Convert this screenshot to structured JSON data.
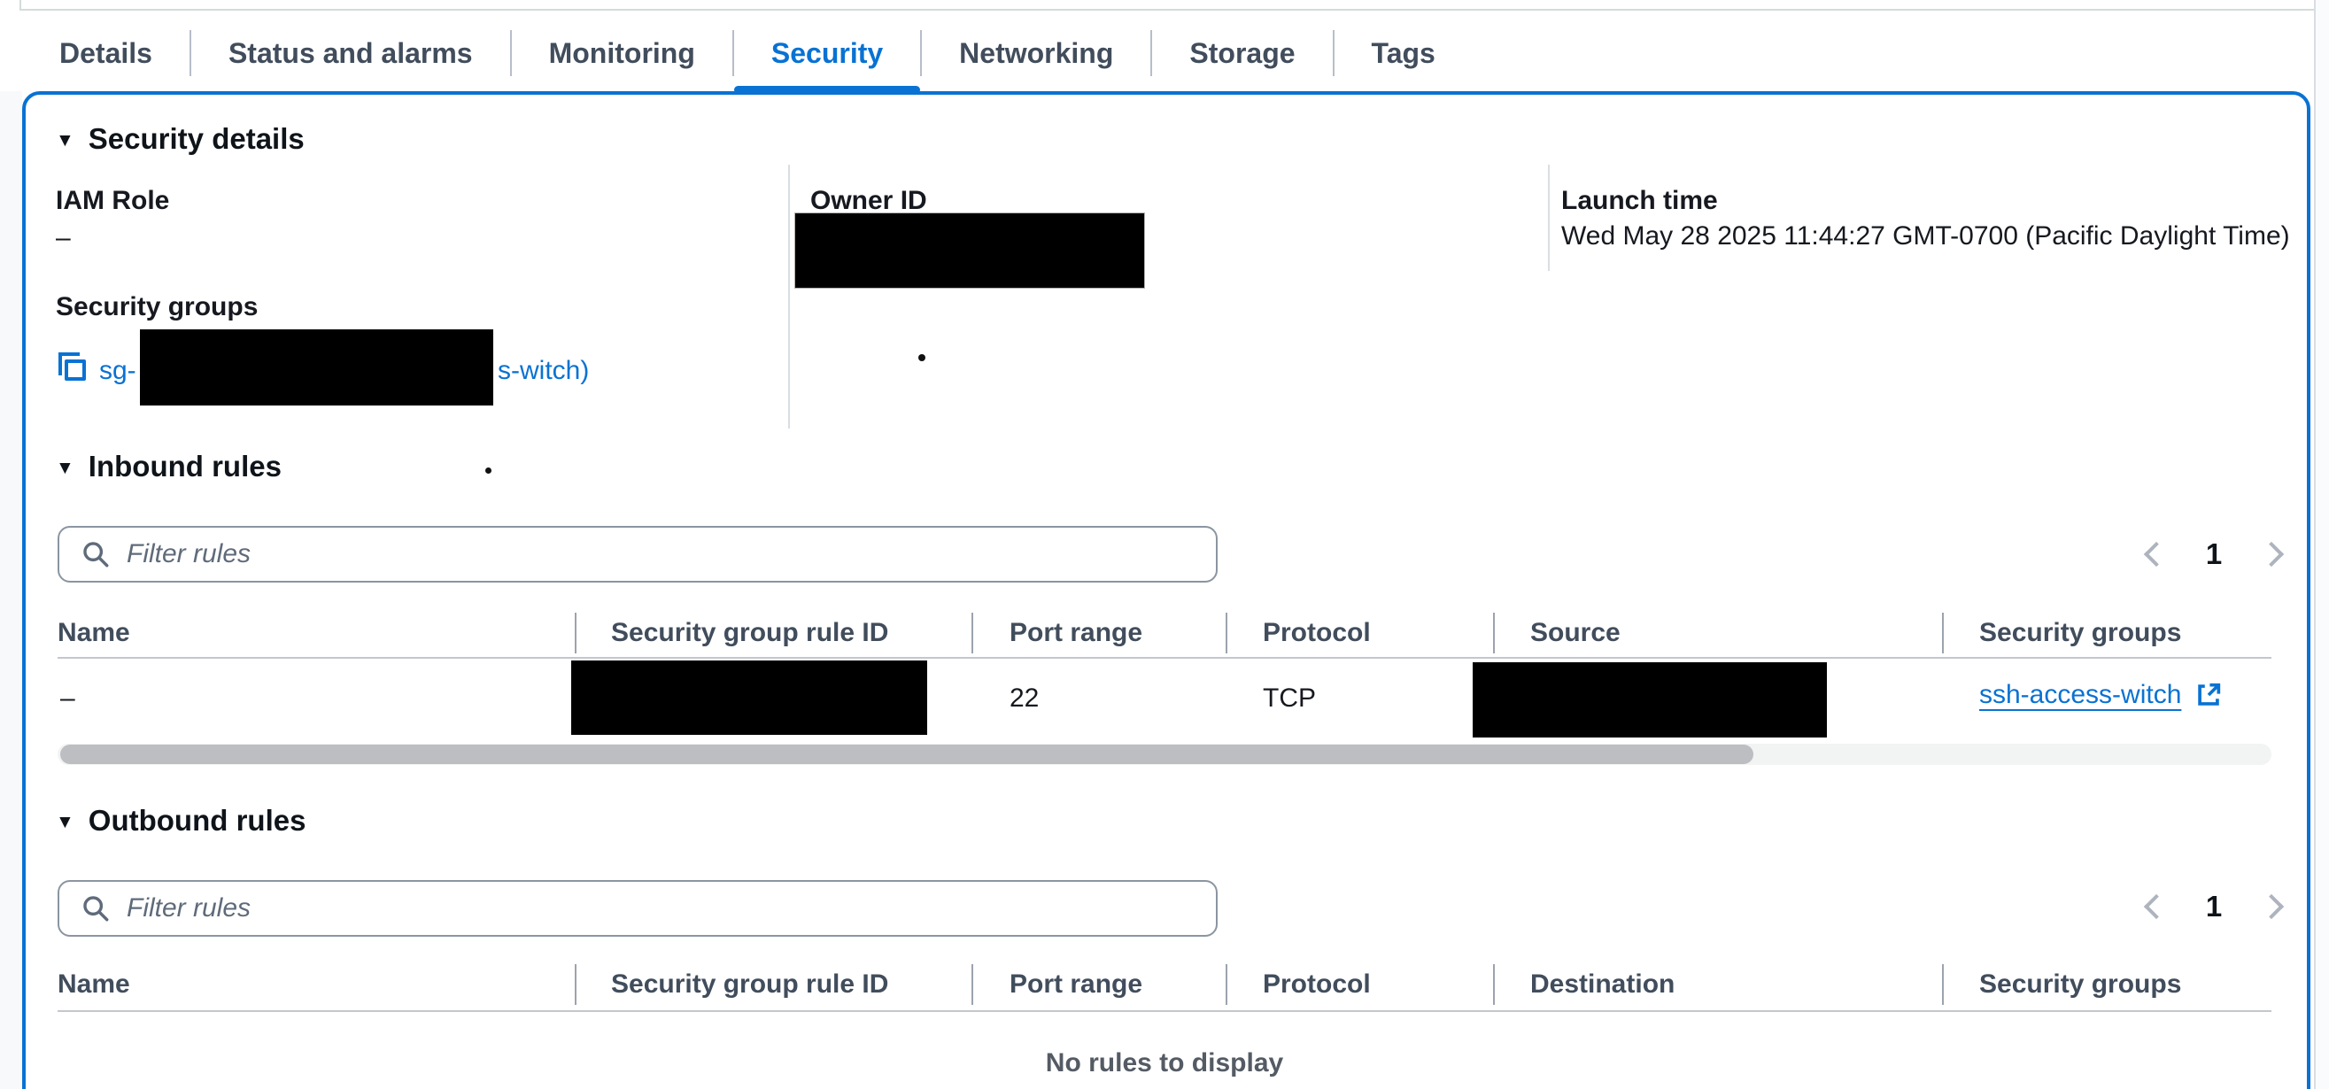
{
  "colors": {
    "accent": "#0972d3",
    "link": "#0972d3"
  },
  "tabs": [
    {
      "label": "Details",
      "active": false
    },
    {
      "label": "Status and alarms",
      "active": false
    },
    {
      "label": "Monitoring",
      "active": false
    },
    {
      "label": "Security",
      "active": true
    },
    {
      "label": "Networking",
      "active": false
    },
    {
      "label": "Storage",
      "active": false
    },
    {
      "label": "Tags",
      "active": false
    }
  ],
  "security_details": {
    "heading": "Security details",
    "iam_role_label": "IAM Role",
    "iam_role_value": "–",
    "security_groups_label": "Security groups",
    "security_group_link_prefix": "sg-",
    "security_group_link_suffix": "s-witch)",
    "owner_id_label": "Owner ID",
    "launch_time_label": "Launch time",
    "launch_time_value": "Wed May 28 2025 11:44:27 GMT-0700 (Pacific Daylight Time)"
  },
  "inbound": {
    "heading": "Inbound rules",
    "filter_placeholder": "Filter rules",
    "page": "1",
    "columns": [
      "Name",
      "Security group rule ID",
      "Port range",
      "Protocol",
      "Source",
      "Security groups"
    ],
    "row": {
      "name": "–",
      "port_range": "22",
      "protocol": "TCP",
      "security_group_link": "ssh-access-witch"
    }
  },
  "outbound": {
    "heading": "Outbound rules",
    "filter_placeholder": "Filter rules",
    "page": "1",
    "columns": [
      "Name",
      "Security group rule ID",
      "Port range",
      "Protocol",
      "Destination",
      "Security groups"
    ],
    "empty_text": "No rules to display"
  }
}
